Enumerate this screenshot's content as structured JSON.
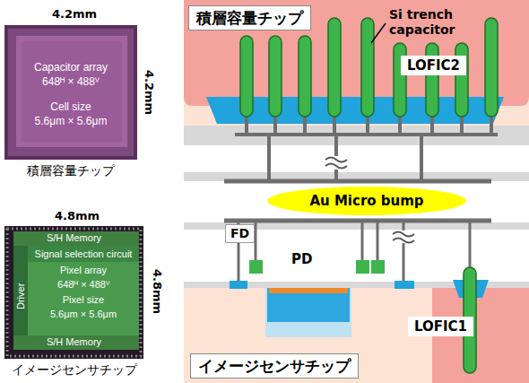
{
  "diagram": {
    "nodes": [
      {
        "text": [
          "Capacitor array",
          "648ᴴ × 488ⱽ",
          "Cell size",
          "5.6μm × 5.6μm",
          "積層容量チップ"
        ]
      },
      {
        "text": [
          "S/H Memory",
          "Driver",
          "S/H Memory",
          "イメージセンサチップ"
        ]
      },
      {
        "text": [
          "Signal selection circuit",
          "Pixel array",
          "648ᴴ × 488ⱽ",
          "Pixel size",
          "5.6μm × 5.6μm"
        ],
        "in": 1
      },
      {
        "text": [
          "積層容量チップ"
        ]
      },
      {
        "text": [
          "LOFIC2"
        ]
      },
      {
        "text": [
          "Au Micro bump"
        ]
      },
      {
        "text": [
          "FD"
        ]
      },
      {
        "text": [
          "LOFIC1"
        ]
      },
      {
        "text": [
          "イメージセンサチップ"
        ]
      }
    ],
    "labels": [
      "4.2mm",
      "4.2mm",
      "4.8mm",
      "4.8mm",
      "Si trench capacitor",
      "PD"
    ]
  }
}
